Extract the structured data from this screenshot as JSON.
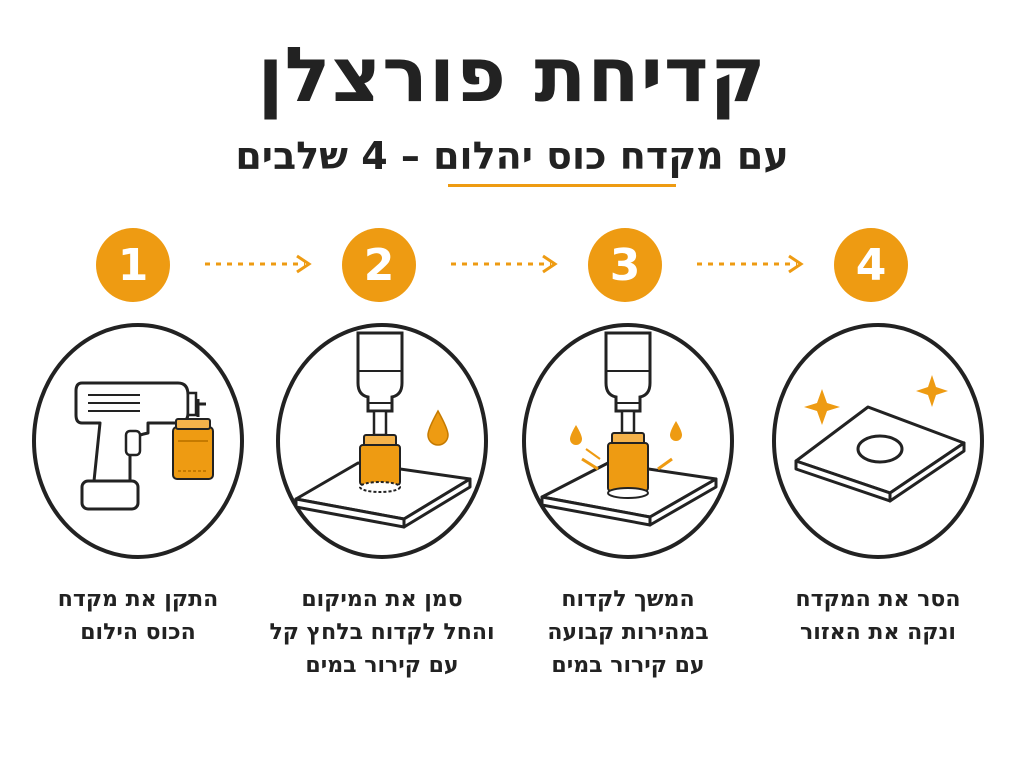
{
  "title": "קדיחת פורצלן",
  "subtitle": "עם מקדח כוס יהלום – 4 שלבים",
  "colors": {
    "accent": "#ee9b12",
    "ink": "#222222"
  },
  "steps": [
    {
      "number": "1",
      "icon": "drill-with-core-bit-icon",
      "lines": [
        "התקן את מקדח",
        "הכוס הילום"
      ]
    },
    {
      "number": "2",
      "icon": "mark-and-start-drilling-icon",
      "lines": [
        "סמן את המיקום",
        "והחל לקדוח בלחץ קל",
        "עם קירור במים"
      ]
    },
    {
      "number": "3",
      "icon": "continue-drilling-icon",
      "lines": [
        "המשך לקדוח",
        "במהירות קבועה",
        "עם קירור במים"
      ]
    },
    {
      "number": "4",
      "icon": "clean-finished-hole-icon",
      "lines": [
        "הסר את המקדח",
        "ונקה את האזור"
      ]
    }
  ]
}
